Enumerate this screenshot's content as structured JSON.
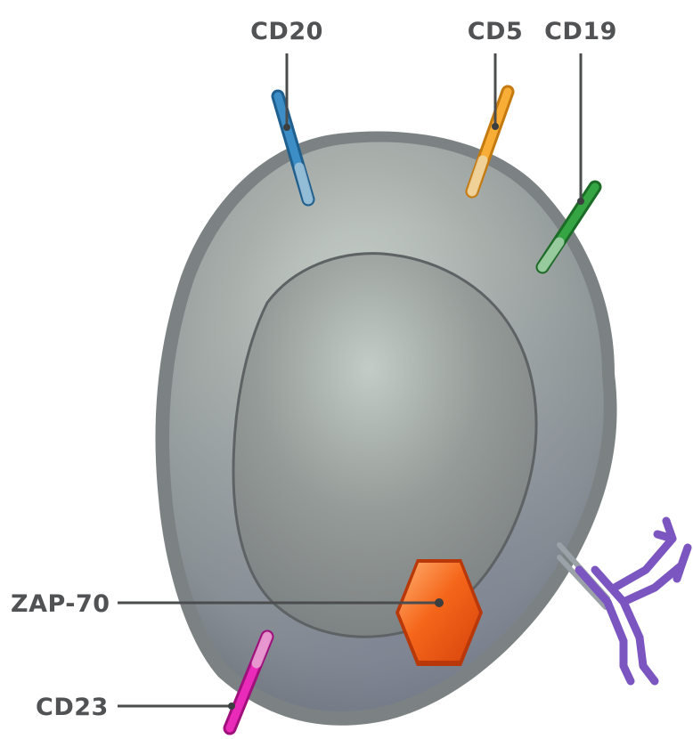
{
  "labels": {
    "cd20": "CD20",
    "cd5": "CD5",
    "cd19": "CD19",
    "zap70": "ZAP-70",
    "cd23": "CD23"
  },
  "colors": {
    "cd20": "#2f7fb8",
    "cd5": "#f5a623",
    "cd19": "#2e9a3a",
    "cd23": "#e020b0",
    "zap70": "#f26a1b",
    "antibody": "#8a63c9",
    "cell_body": "#9aa09d",
    "nucleus": "#8d928f"
  },
  "icons": {
    "cell": "cell-body-icon",
    "nucleus": "nucleus-icon",
    "antibody": "antibody-icon",
    "zap70": "hexagon-icon"
  }
}
